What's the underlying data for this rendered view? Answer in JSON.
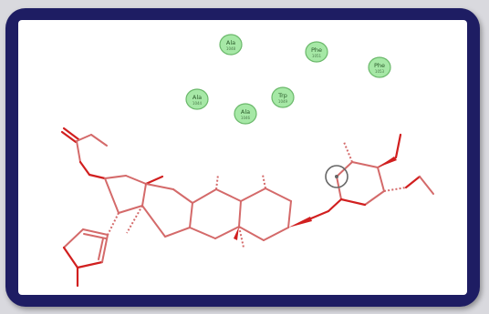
{
  "residues": [
    {
      "name": "Ala",
      "num": "1048"
    },
    {
      "name": "Phe",
      "num": "1051"
    },
    {
      "name": "Phe",
      "num": "1053"
    },
    {
      "name": "Ala",
      "num": "1044"
    },
    {
      "name": "Trp",
      "num": "1049"
    },
    {
      "name": "Ala",
      "num": "1046"
    }
  ],
  "colors": {
    "frame": "#1e1d63",
    "bond": "#d46a6a",
    "oxygen": "#d11f1f",
    "residue_fill": "#a6e8a6"
  }
}
